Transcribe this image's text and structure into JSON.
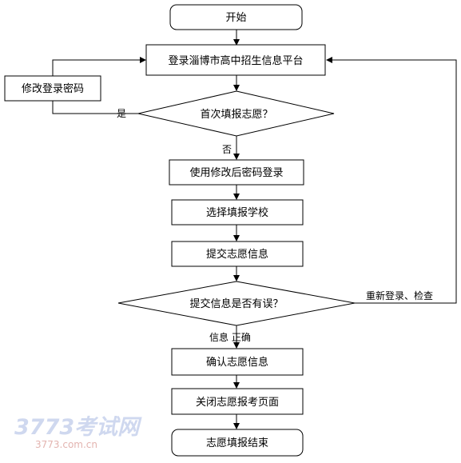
{
  "nodes": {
    "start": "开始",
    "login": "登录淄博市高中招生信息平台",
    "change_password": "修改登录密码",
    "first_time": "首次填报志愿？",
    "login_new_password": "使用修改后密码登录",
    "choose_school": "选择填报学校",
    "submit_info": "提交志愿信息",
    "submit_error": "提交信息是否有误？",
    "confirm_info": "确认志愿信息",
    "close_page": "关闭志愿报考页面",
    "end": "志愿填报结束"
  },
  "edges": {
    "yes": "是",
    "no": "否",
    "relogin_check": "重新登录、检查",
    "info_correct": "信息 正确"
  },
  "watermark": {
    "logo": "3773考试网",
    "url": "3773.com.cn"
  }
}
